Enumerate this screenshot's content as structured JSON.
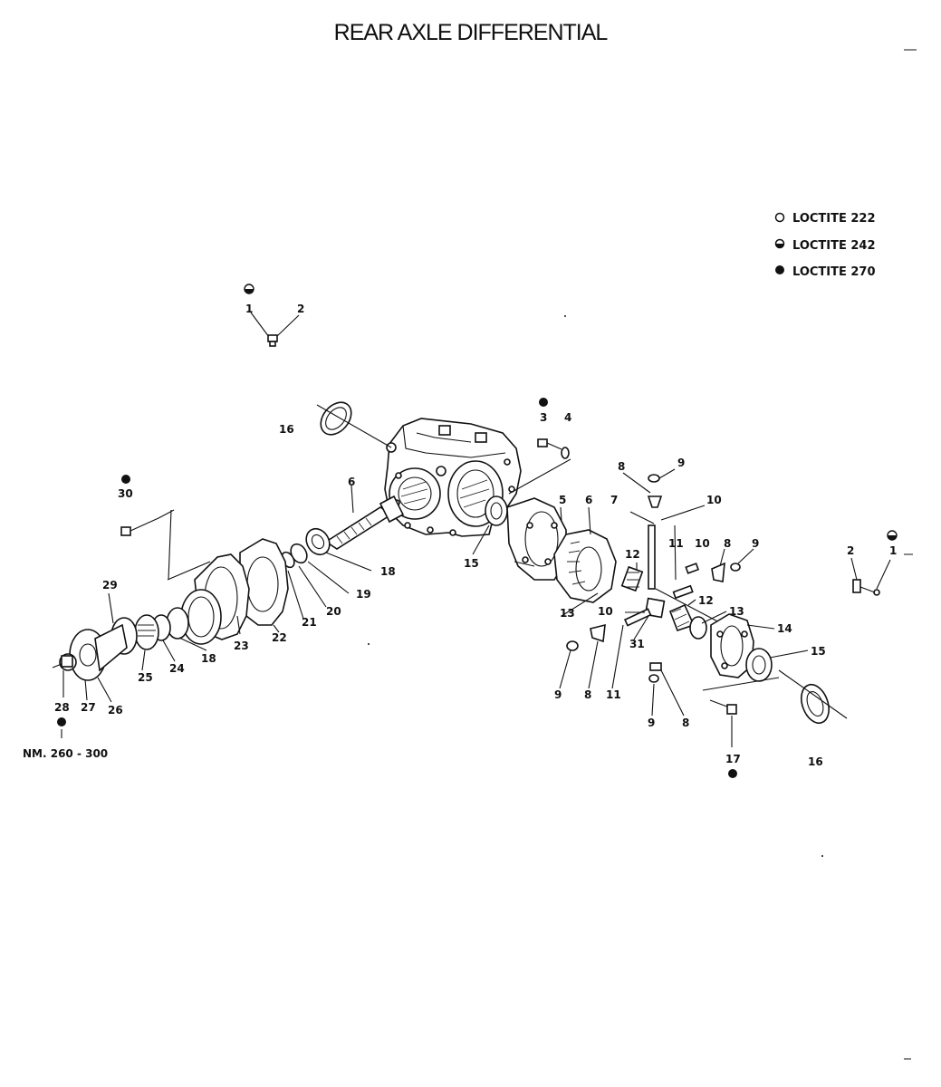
{
  "title": "REAR AXLE DIFFERENTIAL",
  "legend": [
    {
      "symbol": "open-circle-icon",
      "label": "LOCTITE  222"
    },
    {
      "symbol": "half-circle-icon",
      "label": "LOCTITE  242"
    },
    {
      "symbol": "filled-circle-icon",
      "label": "LOCTITE  270"
    }
  ],
  "torque_note": "NM. 260 - 300",
  "part_labels": [
    "1",
    "2",
    "3",
    "4",
    "5",
    "6",
    "7",
    "8",
    "9",
    "10",
    "11",
    "12",
    "13",
    "14",
    "15",
    "16",
    "17",
    "18",
    "19",
    "20",
    "21",
    "22",
    "23",
    "24",
    "25",
    "26",
    "27",
    "28",
    "29",
    "30",
    "31"
  ]
}
